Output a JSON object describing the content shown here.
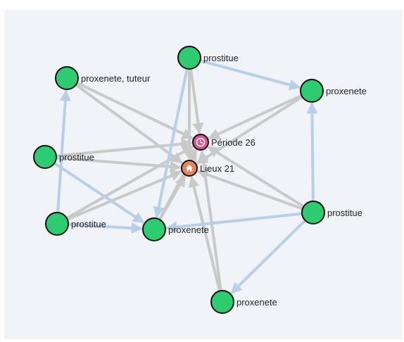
{
  "graph": {
    "colors": {
      "person_node": "#2ecc71",
      "node_stroke": "#111111",
      "gray_edge": "#c9c9c9",
      "blue_edge": "#b8cfe8",
      "period_node": "#d9558f",
      "place_node": "#e8845a"
    },
    "nodes": [
      {
        "id": "n_prostitue_top",
        "label": "prostitue",
        "kind": "person"
      },
      {
        "id": "n_proxenete_tuteur",
        "label": "proxenete, tuteur",
        "kind": "person"
      },
      {
        "id": "n_proxenete_right",
        "label": "proxenete",
        "kind": "person"
      },
      {
        "id": "n_prostitue_left",
        "label": "prostitue",
        "kind": "person"
      },
      {
        "id": "n_prostitue_bottomleft",
        "label": "prostitue",
        "kind": "person"
      },
      {
        "id": "n_proxenete_center",
        "label": "proxenete",
        "kind": "person"
      },
      {
        "id": "n_prostitue_right",
        "label": "prostitue",
        "kind": "person"
      },
      {
        "id": "n_proxenete_bottom",
        "label": "proxenete",
        "kind": "person"
      },
      {
        "id": "n_periode",
        "label": "Période 26",
        "kind": "period",
        "icon": "clock-icon"
      },
      {
        "id": "n_lieux",
        "label": "Lieux 21",
        "kind": "place",
        "icon": "home-icon"
      }
    ],
    "gray_edges": [
      {
        "from": "n_prostitue_top",
        "to": "n_periode"
      },
      {
        "from": "n_prostitue_top",
        "to": "n_lieux"
      },
      {
        "from": "n_proxenete_tuteur",
        "to": "n_periode"
      },
      {
        "from": "n_proxenete_tuteur",
        "to": "n_lieux"
      },
      {
        "from": "n_proxenete_right",
        "to": "n_periode"
      },
      {
        "from": "n_proxenete_right",
        "to": "n_lieux"
      },
      {
        "from": "n_prostitue_left",
        "to": "n_periode"
      },
      {
        "from": "n_prostitue_left",
        "to": "n_lieux"
      },
      {
        "from": "n_prostitue_bottomleft",
        "to": "n_periode"
      },
      {
        "from": "n_prostitue_bottomleft",
        "to": "n_lieux"
      },
      {
        "from": "n_proxenete_center",
        "to": "n_periode"
      },
      {
        "from": "n_proxenete_center",
        "to": "n_lieux"
      },
      {
        "from": "n_prostitue_right",
        "to": "n_periode"
      },
      {
        "from": "n_prostitue_right",
        "to": "n_lieux"
      },
      {
        "from": "n_proxenete_bottom",
        "to": "n_periode"
      },
      {
        "from": "n_proxenete_bottom",
        "to": "n_lieux"
      }
    ],
    "blue_edges": [
      {
        "from": "n_prostitue_top",
        "to": "n_proxenete_right"
      },
      {
        "from": "n_prostitue_top",
        "to": "n_proxenete_center"
      },
      {
        "from": "n_prostitue_bottomleft",
        "to": "n_proxenete_tuteur"
      },
      {
        "from": "n_prostitue_bottomleft",
        "to": "n_proxenete_center"
      },
      {
        "from": "n_prostitue_left",
        "to": "n_proxenete_center"
      },
      {
        "from": "n_prostitue_right",
        "to": "n_proxenete_right"
      },
      {
        "from": "n_prostitue_right",
        "to": "n_proxenete_center"
      },
      {
        "from": "n_prostitue_right",
        "to": "n_proxenete_bottom"
      }
    ]
  }
}
